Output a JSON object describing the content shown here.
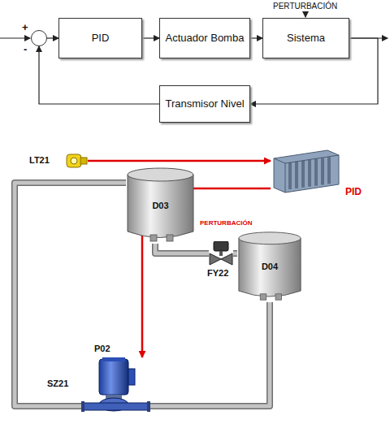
{
  "diagram": {
    "nodes": [
      {
        "text": [
          "+",
          "-"
        ]
      },
      {
        "text": [
          "PID"
        ]
      },
      {
        "text": [
          "Actuador Bomba"
        ]
      },
      {
        "text": [
          "Sistema"
        ]
      },
      {
        "text": [
          "Transmisor Nivel"
        ]
      },
      {
        "text": [
          "LT21"
        ]
      },
      {
        "text": [
          "PID"
        ]
      },
      {
        "text": [
          "D03"
        ]
      },
      {
        "text": [
          "FY22"
        ]
      },
      {
        "text": [
          "D04"
        ]
      },
      {
        "text": [
          "P02",
          "SZ21"
        ]
      }
    ],
    "edges": [
      {
        "from": 0,
        "to": 1,
        "arrow": "to"
      },
      {
        "from": 1,
        "to": 2,
        "arrow": "to"
      },
      {
        "from": 2,
        "to": 3,
        "arrow": "to"
      },
      {
        "from": 3,
        "to": 4,
        "arrow": "to"
      },
      {
        "from": 4,
        "to": 0,
        "arrow": "to"
      },
      {
        "from": 5,
        "to": 6,
        "arrow": "to"
      },
      {
        "from": 6,
        "to": 10,
        "arrow": "to"
      },
      {
        "from": 7,
        "to": 8,
        "arrow": "none"
      },
      {
        "from": 8,
        "to": 9,
        "arrow": "none"
      },
      {
        "from": 9,
        "to": 10,
        "arrow": "none"
      },
      {
        "from": 10,
        "to": 7,
        "arrow": "none"
      }
    ],
    "labels": [
      "PERTURBACIÓN",
      "PERTURBACIÓN"
    ]
  }
}
